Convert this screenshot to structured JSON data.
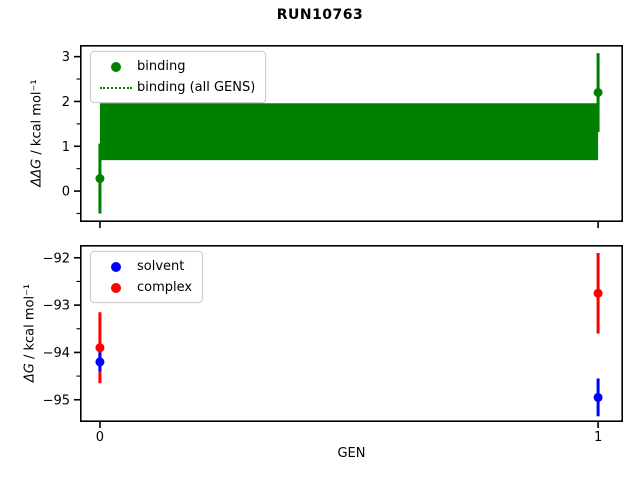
{
  "title": "RUN10763",
  "xlabel": "GEN",
  "accent_colors": {
    "binding": "#008000",
    "solvent": "#0000ff",
    "complex": "#ff0000"
  },
  "chart_data": [
    {
      "type": "scatter",
      "title": "",
      "ylabel_symbol": "ΔΔG",
      "ylabel_unit": " / kcal mol⁻¹",
      "xlim": [
        -0.04,
        1.05
      ],
      "ylim": [
        -0.69,
        3.26
      ],
      "yticks": [
        0,
        1,
        2,
        3
      ],
      "yticks_minor": [
        -0.5,
        0.5,
        1.5,
        2.5
      ],
      "xticks": [
        0,
        1
      ],
      "show_x_tick_labels": false,
      "grid": false,
      "legend_position": "upper-left",
      "legend": [
        {
          "label": "binding",
          "marker": "circle",
          "color": "#008000"
        },
        {
          "label": "binding (all GENS)",
          "marker": "dotted-line",
          "color": "#008000"
        }
      ],
      "series": [
        {
          "name": "binding",
          "color": "#008000",
          "x": [
            0,
            1
          ],
          "y": [
            0.28,
            2.2
          ],
          "yerr": [
            0.78,
            0.88
          ]
        }
      ],
      "band": {
        "name": "binding (all GENS)",
        "color": "#008000",
        "x": [
          0,
          1
        ],
        "ylow": 0.69,
        "yhigh": 1.96,
        "mean": 1.33,
        "mean_linestyle": "dotted"
      }
    },
    {
      "type": "scatter",
      "title": "",
      "ylabel_symbol": "ΔG",
      "ylabel_unit": " / kcal mol⁻¹",
      "xlim": [
        -0.04,
        1.05
      ],
      "ylim": [
        -95.47,
        -91.73
      ],
      "yticks": [
        -92,
        -93,
        -94,
        -95
      ],
      "yticks_minor": [
        -92.5,
        -93.5,
        -94.5
      ],
      "xticks": [
        0,
        1
      ],
      "show_x_tick_labels": true,
      "grid": false,
      "legend_position": "upper-left",
      "legend": [
        {
          "label": "solvent",
          "marker": "circle",
          "color": "#0000ff"
        },
        {
          "label": "complex",
          "marker": "circle",
          "color": "#ff0000"
        }
      ],
      "series": [
        {
          "name": "solvent",
          "color": "#0000ff",
          "x": [
            0,
            1
          ],
          "y": [
            -94.2,
            -94.95
          ],
          "yerr": [
            0.2,
            0.4
          ]
        },
        {
          "name": "complex",
          "color": "#ff0000",
          "x": [
            0,
            1
          ],
          "y": [
            -93.9,
            -92.75
          ],
          "yerr": [
            0.75,
            0.85
          ]
        }
      ]
    }
  ]
}
